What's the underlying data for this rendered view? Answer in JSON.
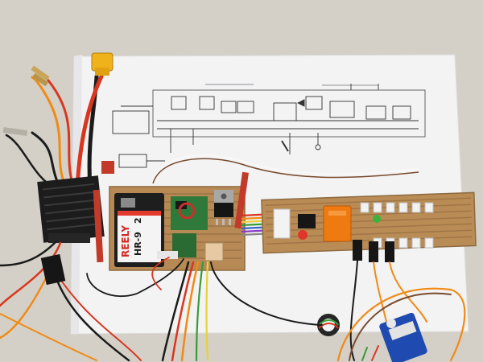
{
  "photo": {
    "receiver_label_brand": "REELY",
    "receiver_label_model": "HR-9",
    "receiver_label_number": "2"
  },
  "colors": {
    "floor": "#d6d2ca",
    "paper": "#f2f2f3",
    "pcb": "#b78a55",
    "pcb_dark": "#9d7346",
    "heatsink": "#1c1c1c",
    "xt60_connector": "#f0b21a",
    "wire_red": "#d9361f",
    "wire_orange": "#f08a14",
    "wire_black": "#1b1b1b",
    "wire_brown": "#6a3a1e",
    "servo_blue": "#1f4bb0",
    "relay_orange": "#f07a12"
  },
  "icons": [
    "xt60-connector",
    "esc-heatsink",
    "receiver",
    "stripboard",
    "relay",
    "servo",
    "ferrite-ring",
    "schematic-drawing"
  ]
}
